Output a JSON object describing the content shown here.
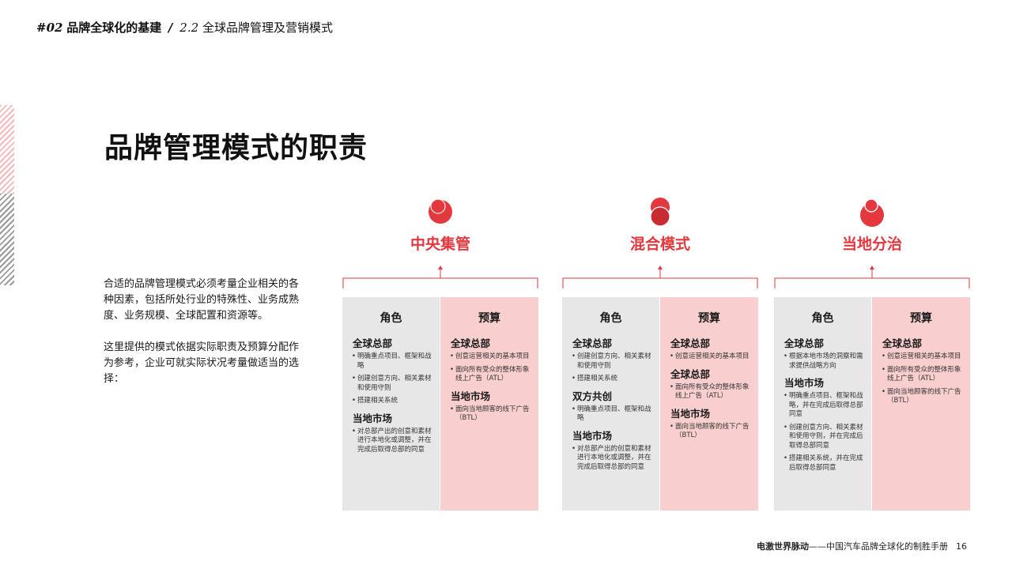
{
  "header": {
    "section_number": "#02",
    "section_title": "品牌全球化的基建",
    "separator": "/",
    "subsection_number": "2.2",
    "subsection_title": "全球品牌管理及营销模式"
  },
  "title": "品牌管理模式的职责",
  "intro": [
    "合适的品牌管理模式必须考量企业相关的各种因素，包括所处行业的特殊性、业务成熟度、业务规模、全球配置和资源等。",
    "这里提供的模式依据实际职责及预算分配作为参考，企业可就实际状况考量做适当的选择："
  ],
  "colors": {
    "accent": "#e2383e",
    "role_bg": "#e7e7e7",
    "budget_bg": "#f9cece"
  },
  "modes": [
    {
      "title": "中央集管",
      "icon": "large-circle-icon",
      "role_header": "角色",
      "budget_header": "预算",
      "role": [
        {
          "heading": "全球总部",
          "bullets": [
            "明确重点项目、框架和战略",
            "创建创意方向、相关素材和使用守则",
            "搭建相关系统"
          ]
        },
        {
          "heading": "当地市场",
          "bullets": [
            "对总部产出的创意和素材进行本地化或调整，并在完成后取得总部的同意"
          ]
        }
      ],
      "budget": [
        {
          "heading": "全球总部",
          "bullets": [
            "创意运营相关的基本项目",
            "面向所有受众的整体形象线上广告（ATL）"
          ]
        },
        {
          "heading": "当地市场",
          "bullets": [
            "面向当地顾客的线下广告（BTL）"
          ]
        }
      ]
    },
    {
      "title": "混合模式",
      "icon": "stacked-circles-icon",
      "role_header": "角色",
      "budget_header": "预算",
      "role": [
        {
          "heading": "全球总部",
          "bullets": [
            "创建创意方向、相关素材和使用守则",
            "搭建相关系统"
          ]
        },
        {
          "heading": "双方共创",
          "bullets": [
            "明确重点项目、框架和战略"
          ]
        },
        {
          "heading": "当地市场",
          "bullets": [
            "对总部产出的创意和素材进行本地化或调整，并在完成后取得总部的同意"
          ]
        }
      ],
      "budget": [
        {
          "heading": "全球总部",
          "bullets": [
            "创意运营相关的基本项目"
          ]
        },
        {
          "heading": "全球总部",
          "bullets": [
            "面向所有受众的整体形象线上广告（ATL）"
          ]
        },
        {
          "heading": "当地市场",
          "bullets": [
            "面向当地顾客的线下广告（BTL）"
          ]
        }
      ]
    },
    {
      "title": "当地分治",
      "icon": "small-circle-on-large-icon",
      "role_header": "角色",
      "budget_header": "预算",
      "role": [
        {
          "heading": "全球总部",
          "bullets": [
            "根据本地市场的洞察和需求提供战略方向"
          ]
        },
        {
          "heading": "当地市场",
          "bullets": [
            "明确重点项目、框架和战略，并在完成后取得总部同意",
            "创建创意方向、相关素材和使用守则，并在完成后取得总部同意",
            "搭建相关系统，并在完成后取得总部同意"
          ]
        }
      ],
      "budget": [
        {
          "heading": "全球总部",
          "bullets": [
            "创意运营相关的基本项目",
            "面向所有受众的整体形象线上广告（ATL）",
            "面向当地顾客的线下广告（BTL）"
          ]
        }
      ]
    }
  ],
  "footer": {
    "publication": "电激世界脉动",
    "subtitle": "——中国汽车品牌全球化的制胜手册",
    "page_number": "16"
  }
}
